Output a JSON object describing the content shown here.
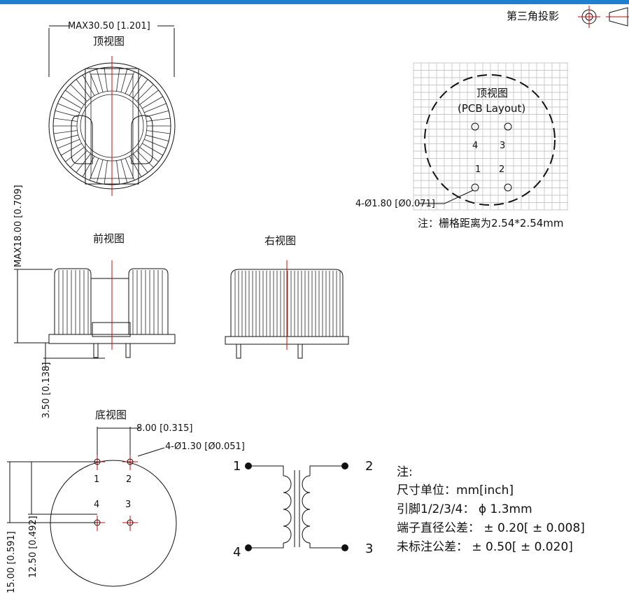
{
  "projection": "第三角投影",
  "views": {
    "top": "顶视图",
    "front": "前视图",
    "right": "右视图",
    "bottom": "底视图"
  },
  "dimensions": {
    "top_width": "MAX30.50 [1.201]",
    "height": "MAX18.00 [0.709]",
    "pin_length": "3.50 [0.138]",
    "pin_pitch": "8.00 [0.315]",
    "bottom_hole": "4-Ø1.30 [Ø0.051]",
    "outer_span": "15.00 [0.591]",
    "inner_span": "12.50 [0.492]"
  },
  "pcb_layout": {
    "title": "顶视图",
    "subtitle": "(PCB Layout)",
    "hole_label": "4-Ø1.80 [Ø0.071]",
    "pins": [
      "4",
      "3",
      "1",
      "2"
    ],
    "note": "注：栅格距离为2.54*2.54mm"
  },
  "bottom_pins": [
    "1",
    "2",
    "4",
    "3"
  ],
  "schematic_pins": {
    "p1": "1",
    "p2": "2",
    "p3": "3",
    "p4": "4"
  },
  "notes": {
    "title": "注:",
    "line1": "尺寸单位：mm[inch]",
    "line2": "引脚1/2/3/4：  ϕ 1.3mm",
    "line3": "端子直径公差：  ± 0.20[ ± 0.008]",
    "line4": "未标注公差：  ± 0.50[ ± 0.020]"
  },
  "colors": {
    "accent": "#1f7fd0",
    "centerline": "#e00000"
  }
}
